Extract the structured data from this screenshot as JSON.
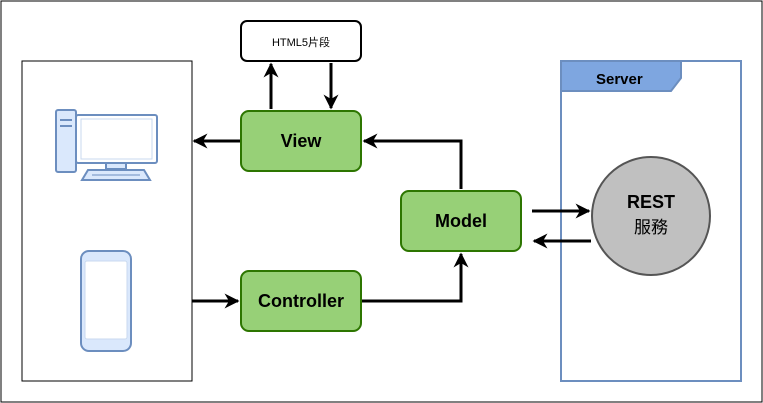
{
  "nodes": {
    "view": "View",
    "controller": "Controller",
    "model": "Model",
    "html5": "HTML5片段",
    "server": "Server",
    "rest_title": "REST",
    "rest_subtitle": "服務"
  },
  "colors": {
    "node_fill": "#97d077",
    "node_stroke": "#2d7600",
    "server_stroke": "#6c8ebf",
    "server_header": "#7ea6e0",
    "device_stroke": "#6c8ebf",
    "device_fill": "#dae8fc",
    "rest_fill": "#c0c0c0",
    "rest_stroke": "#555555",
    "arrow": "#000000"
  },
  "icons": {
    "desktop": "desktop-computer-icon",
    "phone": "smartphone-icon"
  }
}
